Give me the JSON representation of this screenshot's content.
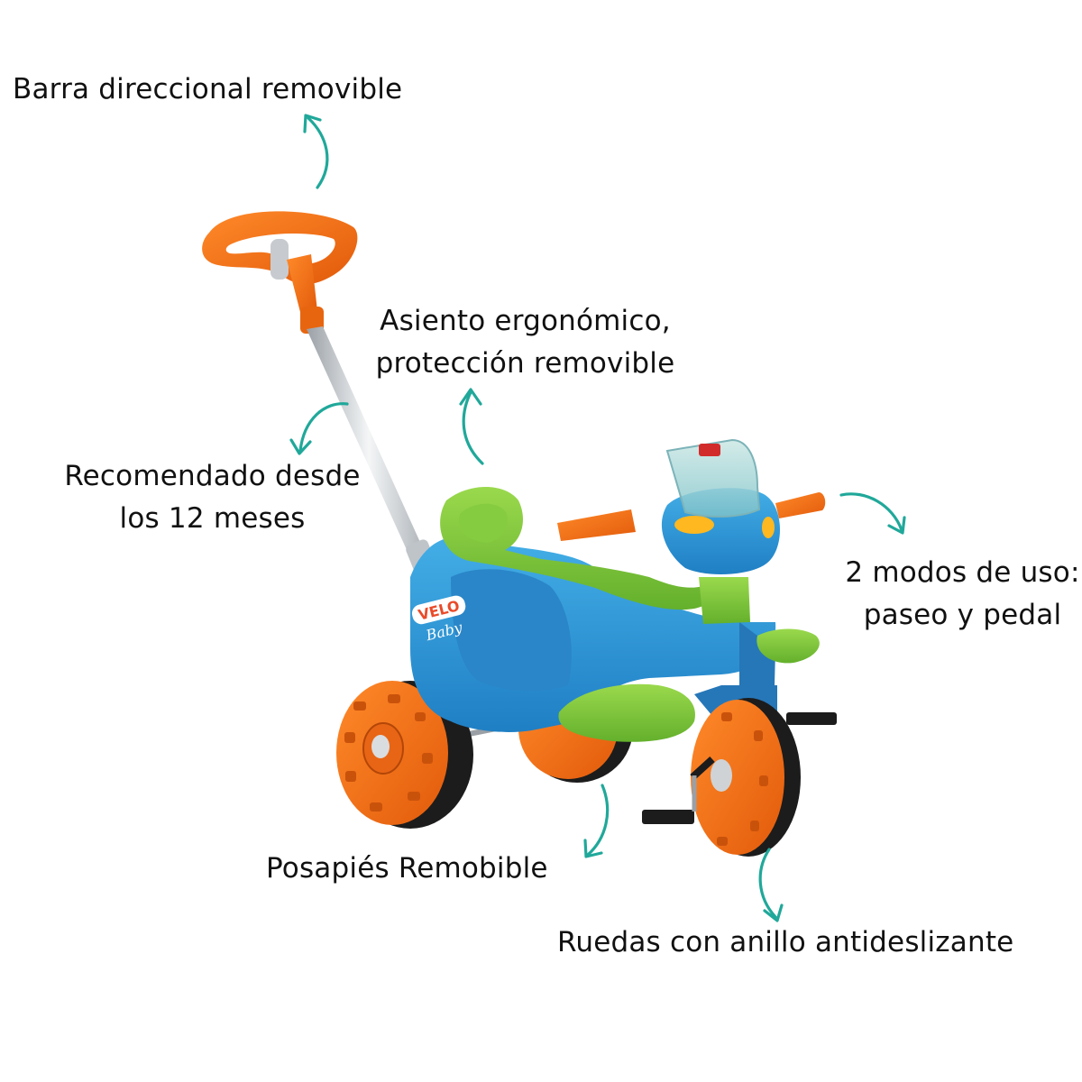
{
  "labels": {
    "barra": "Barra direccional removible",
    "asiento_line1": "Asiento ergonómico,",
    "asiento_line2": "protección removible",
    "recomendado_line1": "Recomendado desde",
    "recomendado_line2": "los 12 meses",
    "modos_line1": "2 modos de uso:",
    "modos_line2": "paseo y pedal",
    "posapies": "Posapiés Remobible",
    "ruedas": "Ruedas con anillo antideslizante"
  },
  "brand": {
    "logo_text_top": "VELO",
    "logo_text_bottom": "Baby"
  },
  "colors": {
    "arrow": "#20a89a",
    "body_blue": "#2f95d4",
    "accent_green": "#7cc63a",
    "accent_orange": "#f26a12",
    "tire_black": "#1c1c1c"
  },
  "icons": [
    "curved-arrow-icon"
  ]
}
